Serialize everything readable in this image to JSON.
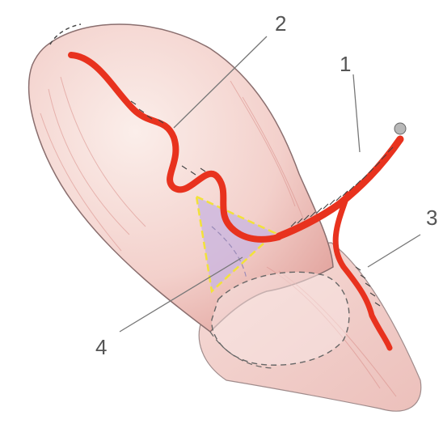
{
  "labels": [
    {
      "id": "1",
      "text": "1"
    },
    {
      "id": "2",
      "text": "2"
    },
    {
      "id": "3",
      "text": "3"
    },
    {
      "id": "4",
      "text": "4"
    }
  ],
  "colors": {
    "background": "#ffffff",
    "tissue_fill": "#f3d4d0",
    "tissue_shade": "#d98d88",
    "outline": "#8a6e6e",
    "vessel": "#e8321e",
    "flap_outline": "#f2e23a",
    "flap_fill": "#c8b4e0",
    "leader": "#777777",
    "label_text": "#555555"
  },
  "icons": []
}
